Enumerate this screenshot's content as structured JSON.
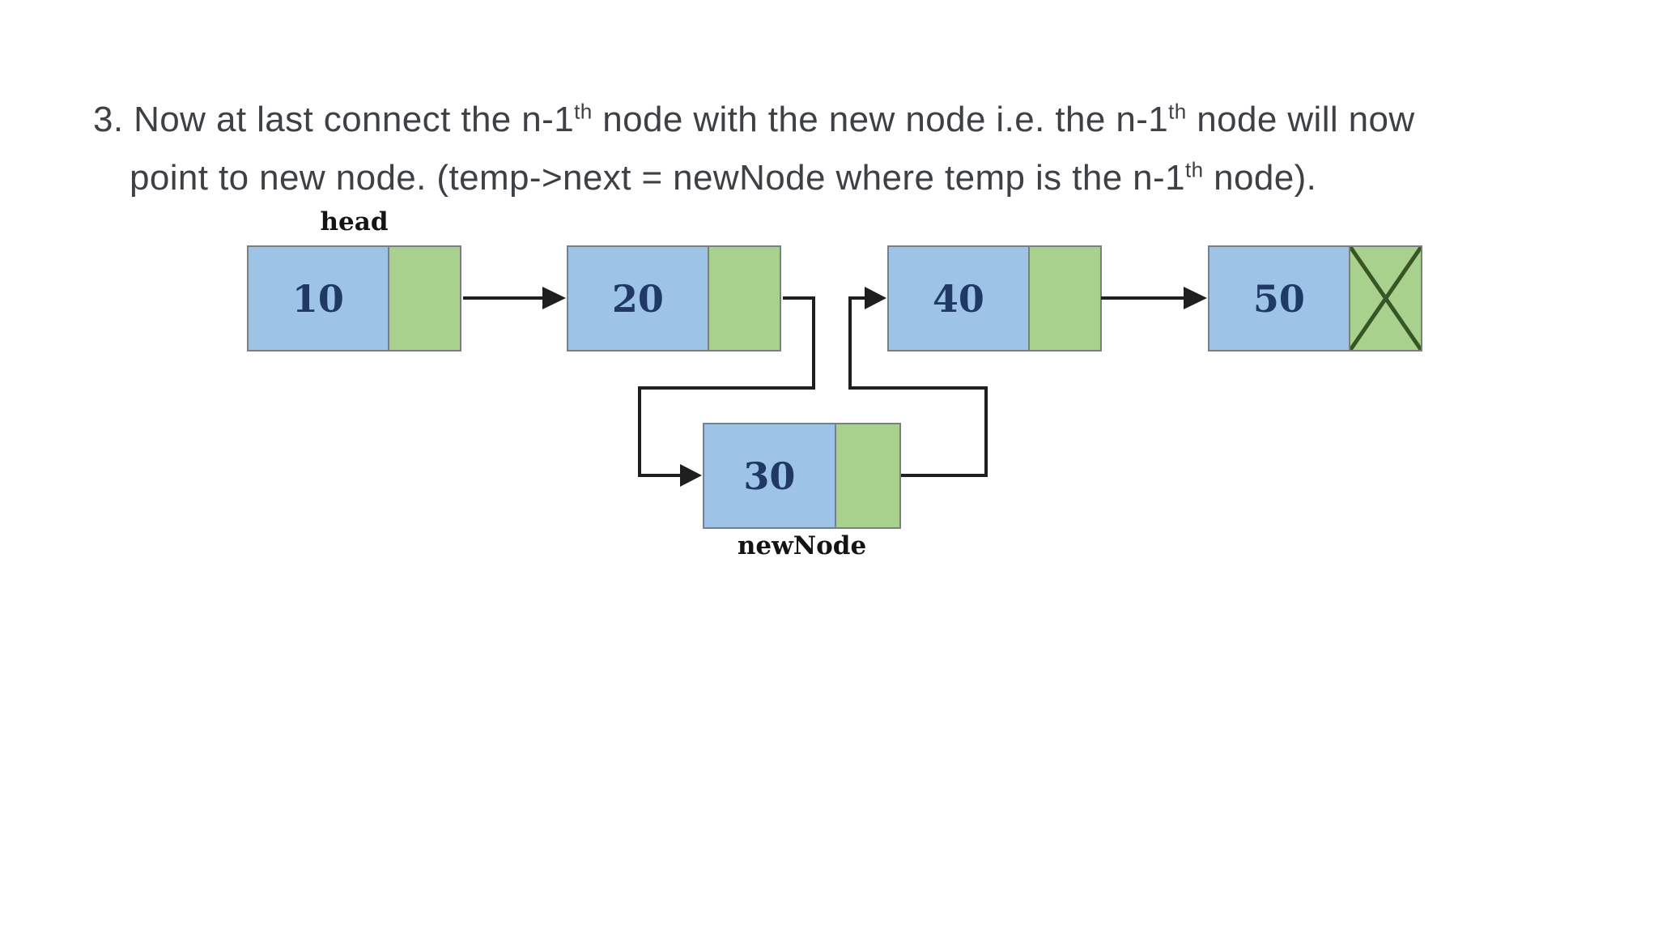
{
  "instruction": {
    "line1": {
      "a": "3. Now at last connect the n-1",
      "sup_a": "th",
      "b": " node with the new node i.e. the n-1",
      "sup_b": "th",
      "c": " node will now"
    },
    "line2": {
      "a": "point to new node. (temp->next = newNode where temp is the n-1",
      "sup_a": "th",
      "b": " node)."
    }
  },
  "diagram": {
    "head_label": "head",
    "newnode_label": "newNode",
    "nodes": [
      {
        "value": "10"
      },
      {
        "value": "20"
      },
      {
        "value": "30"
      },
      {
        "value": "40"
      },
      {
        "value": "50"
      }
    ],
    "colors": {
      "data_fill": "#9dc3e6",
      "pointer_fill": "#a9d18e",
      "node_border": "#7a7f85",
      "value_text": "#1f3864",
      "label_text": "#141414",
      "line": "#1f1f1f",
      "null_cross": "#375623",
      "paragraph_text": "#3d4045"
    }
  }
}
